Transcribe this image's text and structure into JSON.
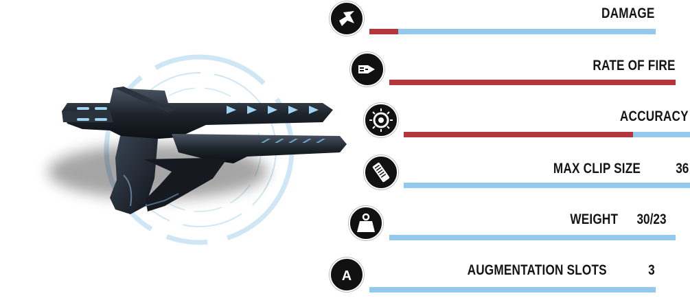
{
  "colors": {
    "bar_track": "#92c9ec",
    "bar_fill": "#b3363c",
    "icon_bg": "#111111",
    "ring": "#cfe6f4"
  },
  "weapon": {
    "image": "futuristic-rifle"
  },
  "stats": [
    {
      "id": "damage",
      "icon": "damage-icon",
      "label": "DAMAGE",
      "value": "",
      "fill": 0.1
    },
    {
      "id": "rate-of-fire",
      "icon": "bullets-icon",
      "label": "RATE OF FIRE",
      "value": "",
      "fill": 1.0
    },
    {
      "id": "accuracy",
      "icon": "crosshair-icon",
      "label": "ACCURACY",
      "value": "",
      "fill": 0.8
    },
    {
      "id": "max-clip-size",
      "icon": "clip-icon",
      "label": "MAX CLIP SIZE",
      "value": "36",
      "fill": 0.0
    },
    {
      "id": "weight",
      "icon": "weight-icon",
      "label": "WEIGHT",
      "value": "30/23",
      "fill": 0.0
    },
    {
      "id": "augmentation-slots",
      "icon": "augmentation-icon",
      "label": "AUGMENTATION SLOTS",
      "value": "3",
      "fill": 0.0
    }
  ]
}
